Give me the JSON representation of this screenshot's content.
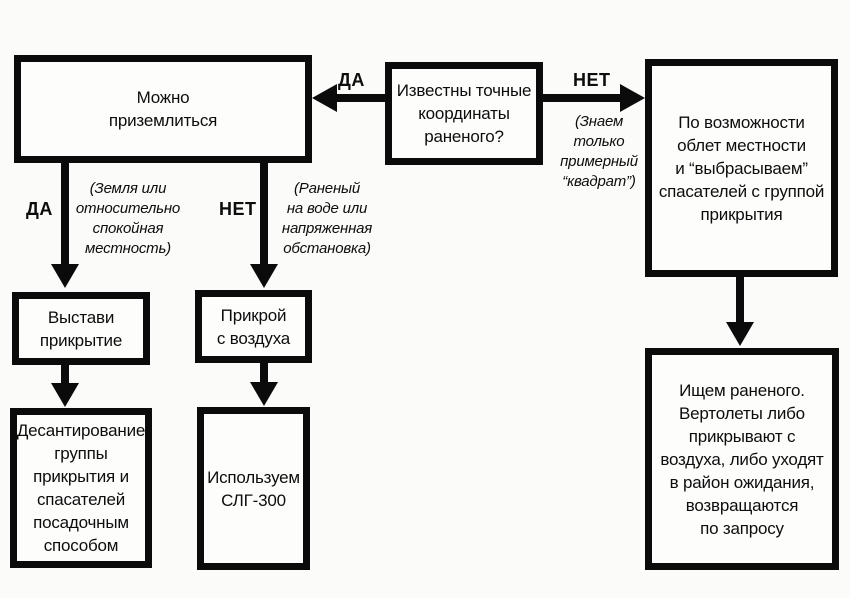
{
  "diagram": {
    "title": "Rescue decision flowchart (Russian)",
    "colors": {
      "background": "#fbfbfa",
      "line": "#0b0b0b",
      "text": "#0d0d0d"
    }
  },
  "nodes": {
    "coords_known": "Известны точные\nкоординаты\nраненого?",
    "can_land": "Можно\nприземлиться",
    "flyover": "По возможности\nоблет местности\nи “выбрасываем”\nспасателей с группой\nприкрытия",
    "search": "Ищем раненого.\nВертолеты либо\nприкрывают с\nвоздуха, либо уходят\nв район ожидания,\nвозвращаются\nпо запросу",
    "setup_cover": "Выстави\nприкрытие",
    "cover_air": "Прикрой\nс воздуха",
    "landing": "Десантирование\nгруппы\nприкрытия и\nспасателей\nпосадочным\nспособом",
    "use_slg": "Используем\nСЛГ-300"
  },
  "labels": {
    "yes_top": "ДА",
    "no_top": "НЕТ",
    "yes_left": "ДА",
    "no_mid": "НЕТ"
  },
  "notes": {
    "square": "(Знаем\nтолько\nпримерный\n“квадрат”)",
    "calm_terrain": "(Земля или\nотносительно\nспокойная\nместность)",
    "water_tense": "(Раненый\nна воде или\nнапряженная\nобстановка)"
  }
}
